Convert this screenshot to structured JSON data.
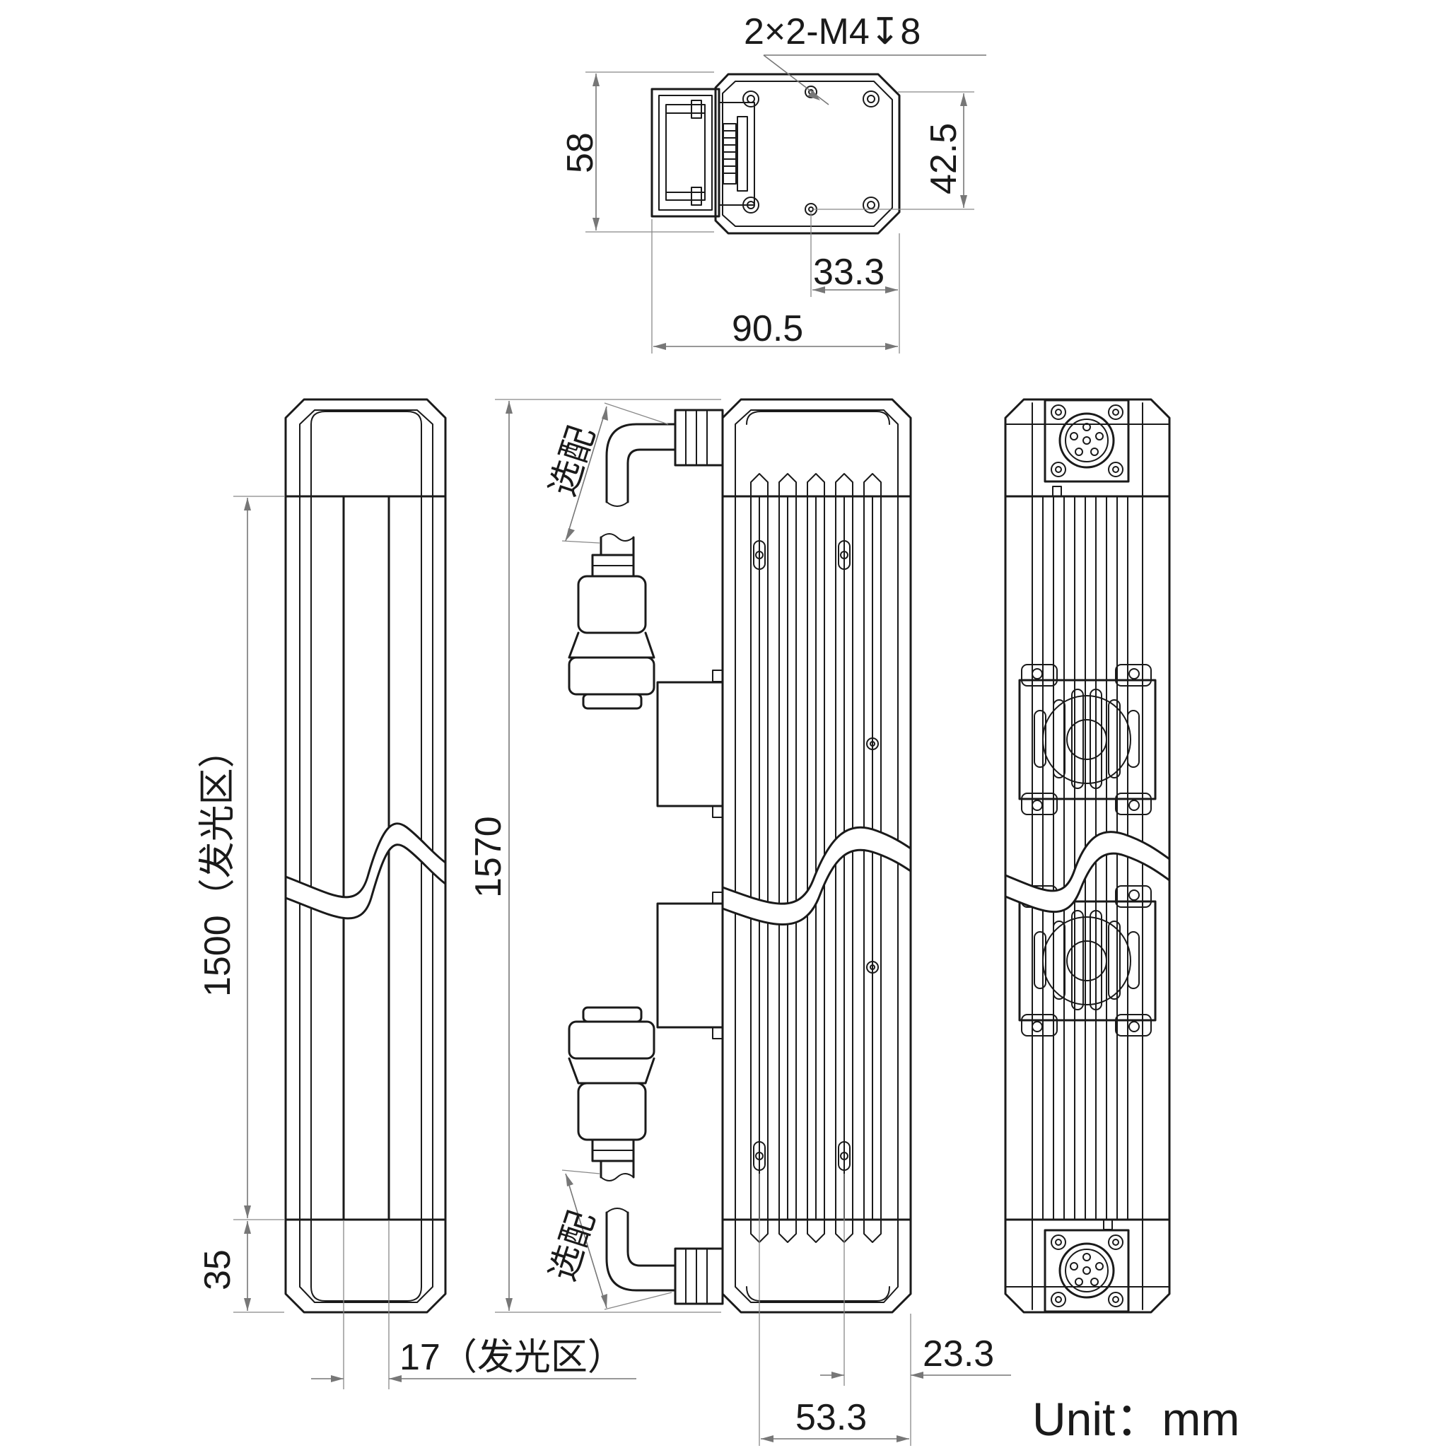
{
  "labels": {
    "thread_callout": "2×2-M4↧8",
    "height_58": "58",
    "hole_pitch_42_5": "42.5",
    "hole_offset_33_3": "33.3",
    "width_90_5": "90.5",
    "emitting_length": "1500（发光区）",
    "end_35": "35",
    "total_length": "1570",
    "emitting_width": "17（发光区）",
    "offset_23_3": "23.3",
    "offset_53_3": "53.3",
    "optional_top": "选配",
    "optional_bottom": "选配",
    "unit": "Unit：mm"
  },
  "colors": {
    "line": "#1a1a1a",
    "dimension": "#777777",
    "background": "#ffffff"
  }
}
